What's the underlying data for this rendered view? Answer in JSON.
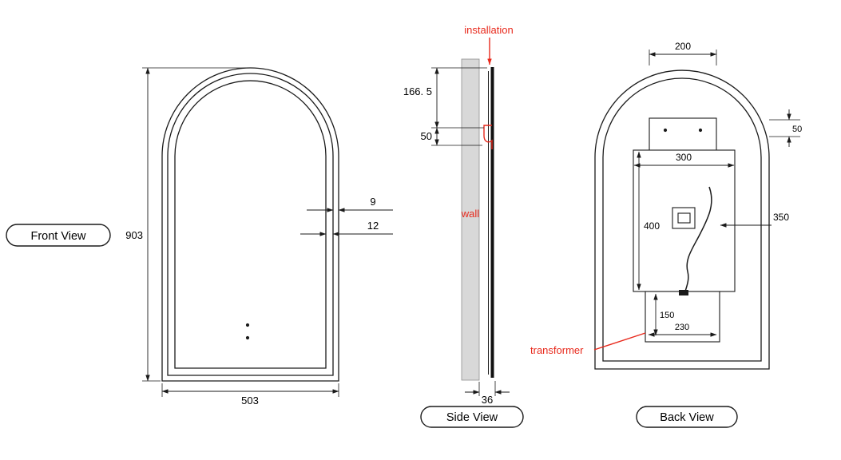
{
  "colors": {
    "line": "#1a1a1a",
    "annotation_red": "#e8291c",
    "wall_fill": "#d8d8d8"
  },
  "front_view": {
    "label": "Front View",
    "dim_height": "903",
    "dim_width": "503",
    "dim_frame_outer": "9",
    "dim_frame_inner": "12"
  },
  "side_view": {
    "label": "Side View",
    "annotation_installation": "installation",
    "annotation_wall": "wall",
    "dim_top_to_bracket": "166. 5",
    "dim_bracket_height": "50",
    "dim_thickness": "36"
  },
  "back_view": {
    "label": "Back View",
    "annotation_transformer": "transformer",
    "dim_bracket_width": "200",
    "dim_bracket_offset": "50",
    "dim_panel_width": "300",
    "dim_panel_height": "400",
    "dim_cable_length": "350",
    "dim_transformer_height": "150",
    "dim_transformer_width": "230"
  }
}
